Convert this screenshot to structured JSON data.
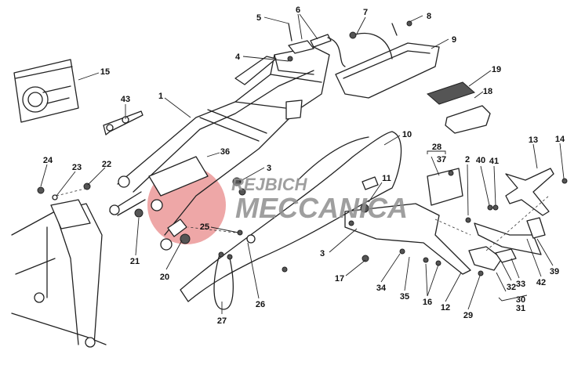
{
  "diagram": {
    "type": "exploded-parts-view",
    "watermark": {
      "line1": "REJBICH",
      "line2": "MECCANICA",
      "color": "#e88a8a"
    },
    "callouts": {
      "c1": "1",
      "c2": "2",
      "c3a": "3",
      "c3b": "3",
      "c4": "4",
      "c5": "5",
      "c6": "6",
      "c7": "7",
      "c8": "8",
      "c9": "9",
      "c10": "10",
      "c11": "11",
      "c12": "12",
      "c13": "13",
      "c14": "14",
      "c15": "15",
      "c16": "16",
      "c17": "17",
      "c18": "18",
      "c19": "19",
      "c20": "20",
      "c21": "21",
      "c22": "22",
      "c23": "23",
      "c24": "24",
      "c25": "25",
      "c26": "26",
      "c27": "27",
      "c28": "28",
      "c29": "29",
      "c30": "30",
      "c31": "31",
      "c32": "32",
      "c33": "33",
      "c34": "34",
      "c35": "35",
      "c36": "36",
      "c37": "37",
      "c39": "39",
      "c40": "40",
      "c41": "41",
      "c42": "42",
      "c43": "43"
    }
  }
}
